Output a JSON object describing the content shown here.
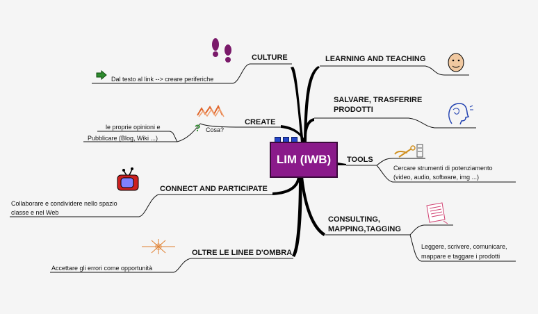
{
  "center": {
    "title": "LIM (IWB)"
  },
  "branches": {
    "culture": {
      "label": "CULTURE",
      "sub": "Dal testo al link --> creare periferiche"
    },
    "create": {
      "label": "CREATE",
      "sub1": "le proprie opinioni e",
      "sub2": "Pubblicare (Blog, Wiki ...)",
      "question": "Cosa?"
    },
    "connect": {
      "label": "CONNECT AND PARTICIPATE",
      "sub1": "Collaborare e condividere nello spazio",
      "sub2": "classe e nel Web"
    },
    "ombra": {
      "label": "OLTRE LE LINEE D'OMBRA",
      "sub": "Accettare gli errori come opportunità"
    },
    "learning": {
      "label": "LEARNING AND TEACHING"
    },
    "salvare": {
      "label1": "SALVARE, TRASFERIRE",
      "label2": "PRODOTTI"
    },
    "tools": {
      "label": "TOOLS",
      "sub1": "Cercare strumenti di potenziamento",
      "sub2": "(video, audio, software, img ...)"
    },
    "consulting": {
      "label1": "CONSULTING,",
      "label2": "MAPPING,TAGGING",
      "sub1": "Leggere, scrivere, comunicare,",
      "sub2": "mappare e taggare i prodotti"
    }
  },
  "icons": [
    "footprints-icon",
    "arrow-right-icon",
    "zigzag-icon",
    "question-icon",
    "tv-icon",
    "compass-icon",
    "face-icon",
    "head-profile-icon",
    "tools-icon",
    "notes-icon"
  ],
  "colors": {
    "center": "#8a1a8a",
    "connector": "#000000",
    "arrow": "#2e8b2e"
  }
}
